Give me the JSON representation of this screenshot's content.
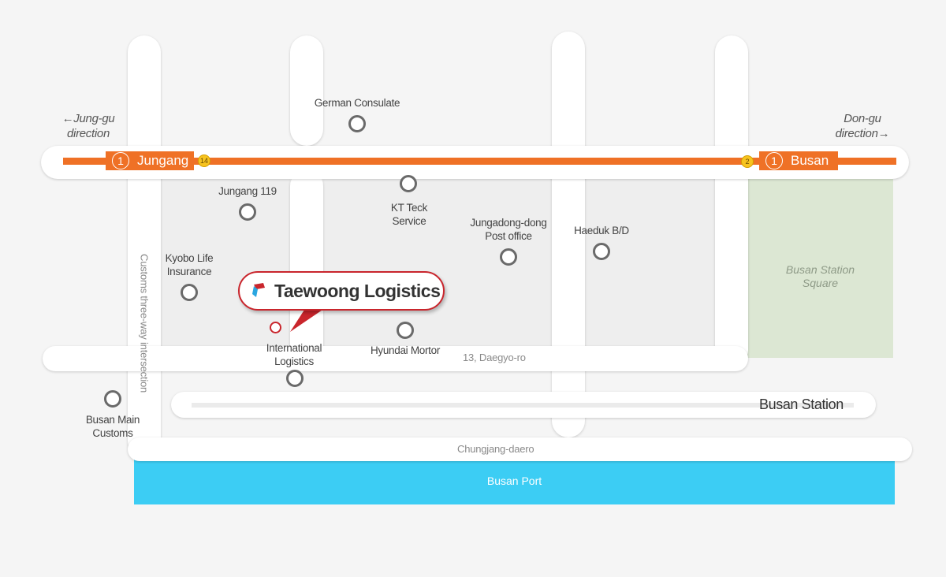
{
  "colors": {
    "subway_line": "#ef7126",
    "port": "#3ccdf4",
    "square": "#dce7d3",
    "marker": "#c9252c",
    "road": "#ffffff",
    "block": "#eeeeee"
  },
  "directions": {
    "west": {
      "arrow": "←",
      "line1": "Jung-gu",
      "line2": "direction"
    },
    "east": {
      "arrow": "→",
      "line1": "Don-gu",
      "line2": "direction"
    }
  },
  "subway": {
    "west_station": {
      "line": "1",
      "name": "Jungang",
      "transfer": "14"
    },
    "east_station": {
      "line": "1",
      "name": "Busan",
      "transfer": "2"
    }
  },
  "landmarks": {
    "german_consulate": "German Consulate",
    "jungang_119": "Jungang 119",
    "kt_teck": [
      "KT Teck",
      "Service"
    ],
    "jungadong_post": [
      "Jungadong-dong",
      "Post office"
    ],
    "haeduk": "Haeduk B/D",
    "kyobo": [
      "Kyobo Life",
      "Insurance"
    ],
    "hyundai": "Hyundai Mortor",
    "intl_logistics": [
      "International",
      "Logistics"
    ],
    "busan_customs": [
      "Busan Main",
      "Customs"
    ]
  },
  "areas": {
    "busan_station_square": [
      "Busan Station",
      "Square"
    ],
    "busan_port": "Busan Port"
  },
  "roads": {
    "customs_intersection": "Customs three-way intersection",
    "address": "13, Daegyo-ro",
    "chungjang": "Chungjang-daero",
    "busan_station": "Busan Station"
  },
  "destination": {
    "name": "Taewoong Logistics",
    "logo_icon": "taewoong-logo-icon",
    "marker_icon": "location-marker-icon"
  }
}
